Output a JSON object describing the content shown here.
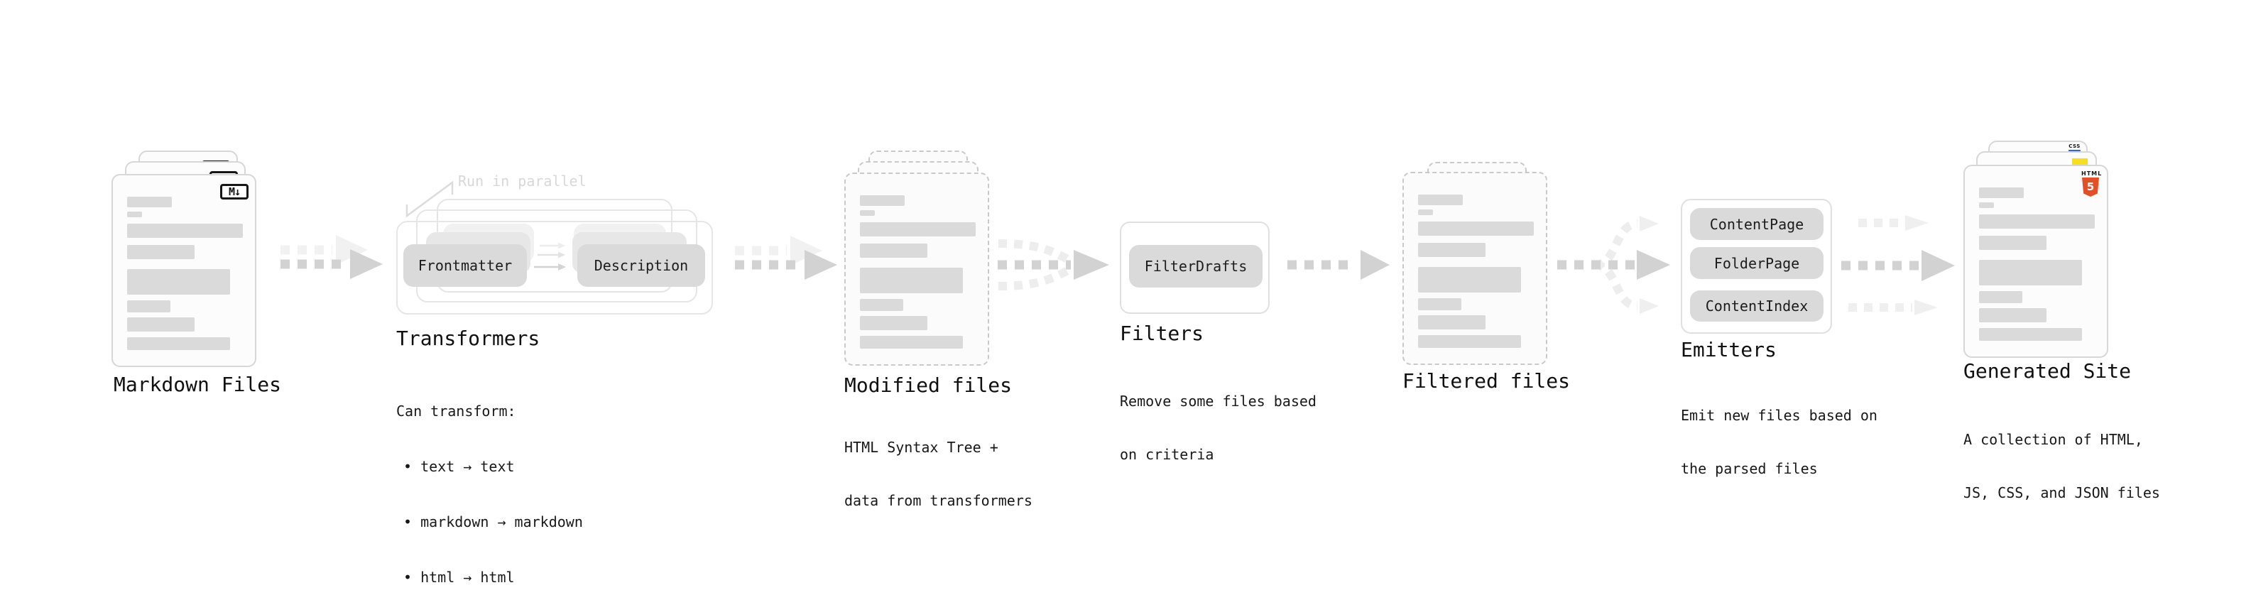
{
  "colors": {
    "html5_orange": "#e34f26",
    "js_yellow": "#f7df1e",
    "css_blue": "#2965f1"
  },
  "file_card": {
    "bars": [
      {
        "t": 30,
        "w": 63,
        "h": 15
      },
      {
        "t": 51,
        "w": 21,
        "h": 8
      },
      {
        "t": 68,
        "w": 163,
        "h": 20
      },
      {
        "t": 98,
        "w": 95,
        "h": 20
      },
      {
        "t": 132,
        "w": 145,
        "h": 36
      },
      {
        "t": 176,
        "w": 61,
        "h": 17
      },
      {
        "t": 200,
        "w": 95,
        "h": 20
      },
      {
        "t": 228,
        "w": 145,
        "h": 18
      }
    ]
  },
  "stages": {
    "markdown": {
      "title": "Markdown Files",
      "file_logo": "M↓"
    },
    "transformers": {
      "title": "Transformers",
      "note": "Run in parallel",
      "pills": [
        "Frontmatter",
        "Description"
      ],
      "caption": "Can transform:",
      "bullets": [
        "• text → text",
        "• markdown → markdown",
        "• html → html"
      ]
    },
    "modified": {
      "title": "Modified files",
      "caption": [
        "HTML Syntax Tree +",
        "data from transformers"
      ]
    },
    "filters": {
      "title": "Filters",
      "pill": "FilterDrafts",
      "caption": [
        "Remove some files based",
        "on criteria"
      ]
    },
    "filtered": {
      "title": "Filtered files"
    },
    "emitters": {
      "title": "Emitters",
      "pills": [
        "ContentPage",
        "FolderPage",
        "ContentIndex"
      ],
      "caption": [
        "Emit new files based on",
        "the parsed files"
      ]
    },
    "generated": {
      "title": "Generated Site",
      "caption": [
        "A collection of HTML,",
        "JS, CSS, and JSON files"
      ],
      "badges": {
        "css": "CSS",
        "html_top": "HTML",
        "html_num": "5"
      }
    }
  }
}
